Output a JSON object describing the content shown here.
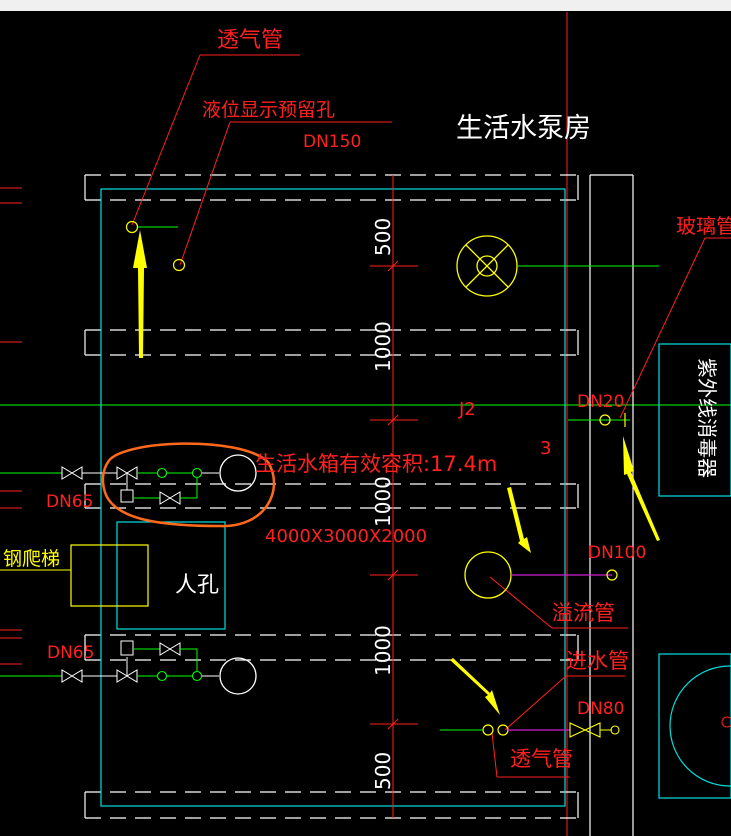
{
  "labels": {
    "vent_pipe_top": "透气管",
    "level_display_hole": "液位显示预留孔",
    "dn150": "DN150",
    "room_title": "生活水泵房",
    "glass_pipe": "玻璃管",
    "dim_500_top": "500",
    "dim_1000_a": "1000",
    "dim_1000_b": "1000",
    "dim_1000_c": "1000",
    "dim_500_bottom": "500",
    "axis_j2": "J2",
    "dn20": "DN20",
    "uv_sterilizer": "紫外线消毒器",
    "tank_volume": "生活水箱有效容积:17.4m",
    "tank_size": "4000X3000X2000",
    "number_3": "3",
    "dn65_upper": "DN65",
    "steel_ladder": "钢爬梯",
    "manhole": "人孔",
    "dn100": "DN100",
    "overflow_pipe": "溢流管",
    "dn65_lower": "DN65",
    "inlet_pipe": "进水管",
    "dn80": "DN80",
    "vent_pipe_bottom": "透气管"
  },
  "colors": {
    "background": "#000000",
    "red_text": "#ff2020",
    "yellow": "#ffff00",
    "cyan": "#00e0e0",
    "green": "#00ff00",
    "white": "#ffffff",
    "magenta": "#d020d0",
    "orange_highlight": "#ff6a1a"
  }
}
